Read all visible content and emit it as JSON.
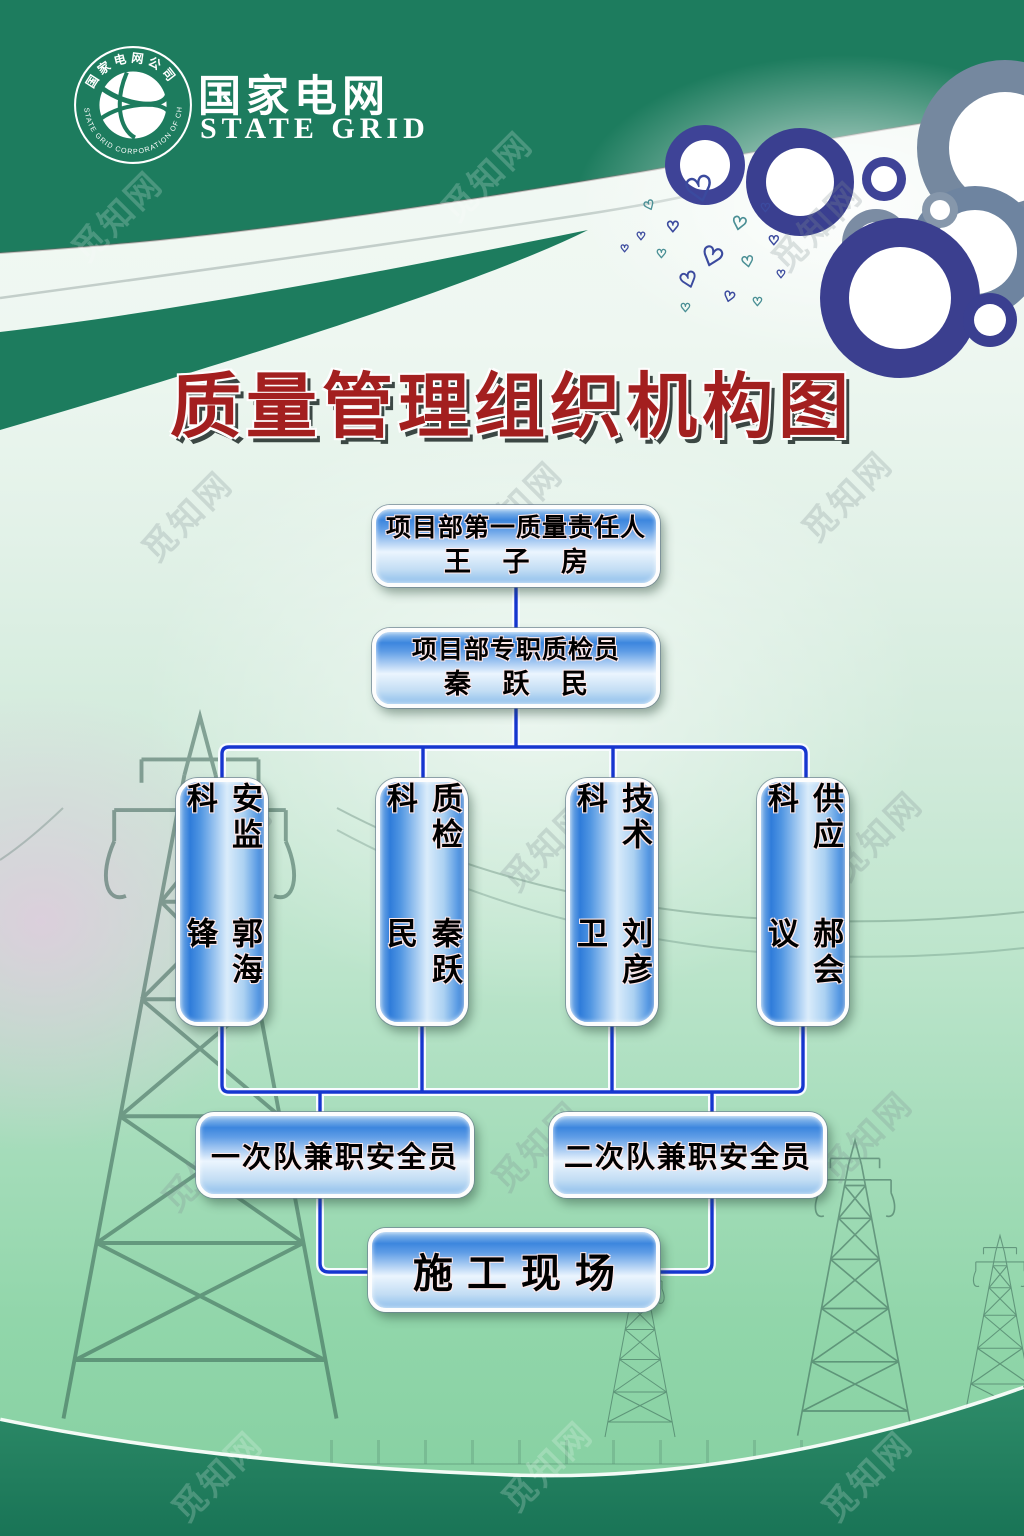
{
  "meta": {
    "watermark": "觅知网"
  },
  "header": {
    "brand_cn": "国家电网",
    "brand_en": "STATE GRID",
    "emblem_text_top": "国家电网公司",
    "emblem_text_bottom": "STATE GRID CORPORATION OF CHINA"
  },
  "title": "质量管理组织机构图",
  "chart": {
    "root": {
      "line1": "项目部第一质量责任人",
      "line2": "王 子 房"
    },
    "inspector": {
      "line1": "项目部专职质检员",
      "line2": "秦 跃 民"
    },
    "departments": [
      {
        "dept": "安监科",
        "person": "郭海锋"
      },
      {
        "dept": "质检科",
        "person": "秦跃民"
      },
      {
        "dept": "技术科",
        "person": "刘彦卫"
      },
      {
        "dept": "供应科",
        "person": "郝会议"
      }
    ],
    "teams": [
      {
        "label": "一次队兼职安全员"
      },
      {
        "label": "二次队兼职安全员"
      }
    ],
    "site": {
      "label": "施工现场"
    }
  },
  "colors": {
    "header_green": "#1d7c5e",
    "bottom_green": "#23825f",
    "title_red": "#a31f1f",
    "connector_blue": "#1636cf",
    "box_blue": "#3c86de",
    "box_light": "#eaf4fe"
  }
}
